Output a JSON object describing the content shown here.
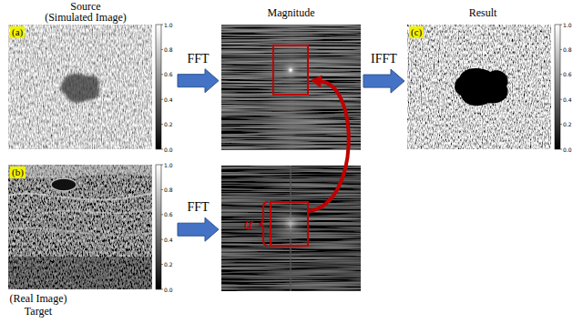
{
  "diagram": {
    "nodes": [
      {
        "text": [
          "Source",
          "(Simulated Image)"
        ]
      },
      {
        "text": [
          "(a)"
        ],
        "in": 0
      },
      {
        "text": [
          "(Real Image)",
          "Target"
        ]
      },
      {
        "text": [
          "(b)"
        ],
        "in": 2
      },
      {
        "text": [
          "Magnitude"
        ]
      },
      {
        "text": [
          "α"
        ]
      },
      {
        "text": [
          "Result"
        ]
      },
      {
        "text": [
          "(c)"
        ],
        "in": 6
      }
    ],
    "edges": [
      {
        "from": 0,
        "to": 4,
        "label": "FFT",
        "arrow": "to"
      },
      {
        "from": 2,
        "to": 5,
        "label": "FFT",
        "arrow": "to"
      },
      {
        "from": 4,
        "to": 6,
        "label": "IFFT",
        "arrow": "to"
      },
      {
        "from": 5,
        "to": 4,
        "arrow": "to"
      }
    ],
    "labels": [
      "1.0",
      "0.8",
      "0.6",
      "0.4",
      "0.2",
      "0.0",
      "1.0",
      "0.8",
      "0.6",
      "0.4",
      "0.2",
      "0.0",
      "1.0",
      "0.8",
      "0.6",
      "0.4",
      "0.2",
      "0.0"
    ]
  }
}
